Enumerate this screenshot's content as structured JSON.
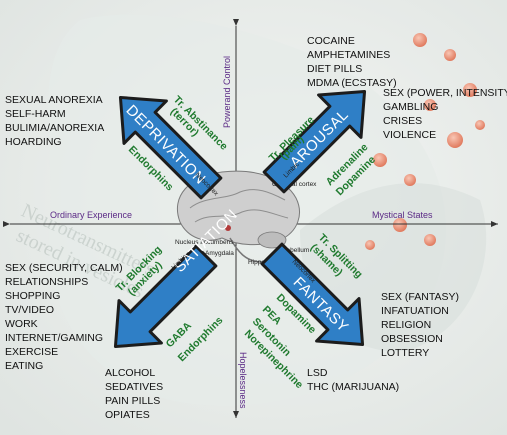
{
  "axes": {
    "top": "Powerand Control",
    "bottom": "Hopelessness",
    "left": "Ordinary Experience",
    "right": "Mystical States"
  },
  "quadrants": {
    "deprivation": {
      "label": "DEPRIVATION",
      "green_1": "Tr. Abstinance",
      "green_2": "(terror)",
      "green_3": "Endorphins",
      "tag": "Neocortex",
      "items": [
        "SEXUAL ANOREXIA",
        "SELF-HARM",
        "BULIMIA/ANOREXIA",
        "HOARDING"
      ]
    },
    "arousal": {
      "label": "AROUSAL",
      "green_1": "Tr. Pleasure",
      "green_2": "(pain)",
      "green_3": "Adrenaline",
      "green_4": "Dopamine",
      "tag": "Limbic",
      "drugs": [
        "COCAINE",
        "AMPHETAMINES",
        "DIET PILLS",
        "MDMA (ECSTASY)"
      ],
      "items": [
        "SEX (POWER, INTENSITY)",
        "GAMBLING",
        "CRISES",
        "VIOLENCE"
      ]
    },
    "satiation": {
      "label": "SATIATION",
      "green_1": "Tr. Blocking",
      "green_2": "(anxiety)",
      "green_3": "GABA",
      "green_4": "Endorphins",
      "tag": "Limbic",
      "items": [
        "SEX (SECURITY, CALM)",
        "RELATIONSHIPS",
        "SHOPPING",
        "TV/VIDEO",
        "WORK",
        "INTERNET/GAMING",
        "EXERCISE",
        "EATING"
      ],
      "drugs": [
        "ALCOHOL",
        "SEDATIVES",
        "PAIN PILLS",
        "OPIATES"
      ]
    },
    "fantasy": {
      "label": "FANTASY",
      "green_1": "Tr. Splitting",
      "green_2": "(shame)",
      "green_3": "Dopamine",
      "green_4": "PEA",
      "green_5": "Serotonin",
      "green_6": "Norepinephrine",
      "tag": "Neocortex",
      "items": [
        "SEX (FANTASY)",
        "INFATUATION",
        "RELIGION",
        "OBSESSION",
        "LOTTERY"
      ],
      "drugs": [
        "LSD",
        "THC (MARIJUANA)"
      ]
    }
  },
  "brain_labels": [
    "Cerebral cortex",
    "Nucleus accumbens",
    "Amygdala",
    "Hippocampus",
    "Cerebellum"
  ],
  "watermark": [
    "Neurotransmitters",
    "stored in vesicles"
  ],
  "colors": {
    "arrow_fill": "#2f7fc6",
    "arrow_stroke": "#1c1c1c",
    "green_text": "#1f7a2e",
    "axis_text": "#5b2a86",
    "vesicle": "#e9836a"
  }
}
